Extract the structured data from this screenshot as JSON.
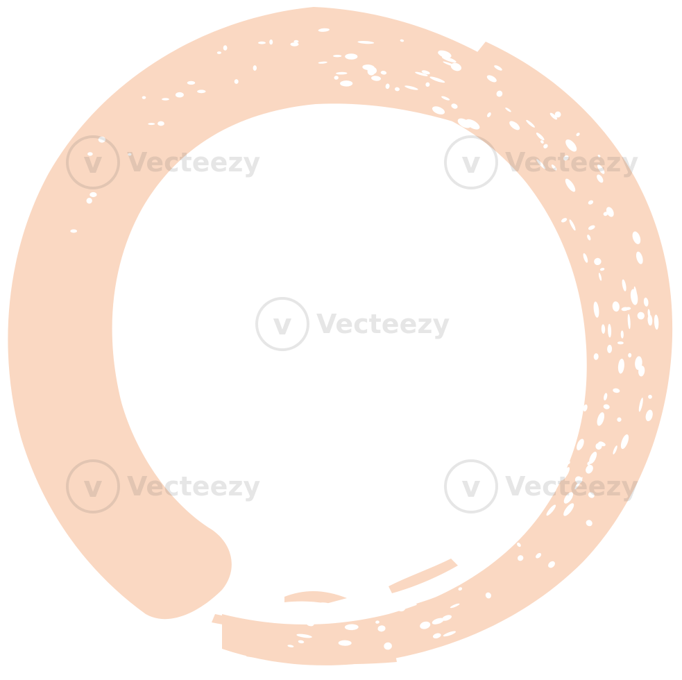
{
  "image": {
    "subject": "enso brush circle",
    "stroke_color": "#fad8c2",
    "background_color": "#ffffff"
  },
  "watermark": {
    "text": "Vecteezy",
    "logo_glyph": "v"
  }
}
